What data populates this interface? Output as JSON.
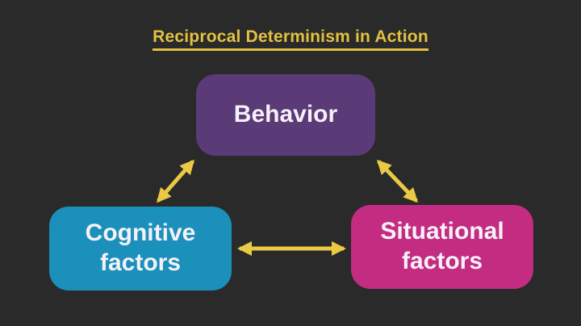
{
  "title": "Reciprocal Determinism in Action",
  "nodes": {
    "behavior": {
      "label": "Behavior"
    },
    "cognitive": {
      "label": "Cognitive factors"
    },
    "situational": {
      "label": "Situational factors"
    }
  },
  "edges": [
    {
      "from": "Behavior",
      "to": "Cognitive factors",
      "type": "bidirectional-arrow"
    },
    {
      "from": "Behavior",
      "to": "Situational factors",
      "type": "bidirectional-arrow"
    },
    {
      "from": "Cognitive factors",
      "to": "Situational factors",
      "type": "bidirectional-arrow"
    }
  ],
  "colors": {
    "background": "#2a2a2a",
    "title-text": "#e2c140",
    "behavior-fill": "#5b3a78",
    "cognitive-fill": "#1a90bb",
    "situational-fill": "#c32c80",
    "arrow-color": "#eac944",
    "node-text": "#f6f1f8"
  }
}
